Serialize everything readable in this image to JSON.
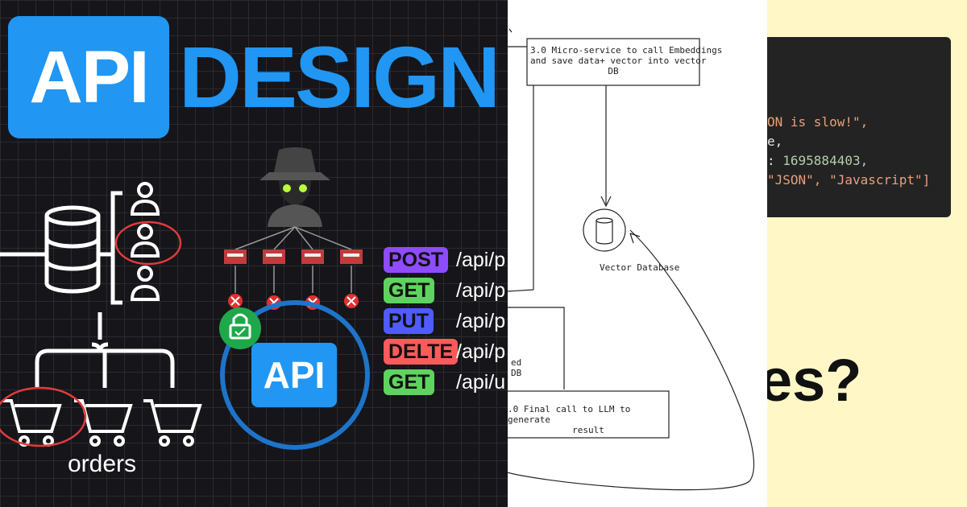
{
  "left": {
    "api_logo": "API",
    "title_word": "DESIGN",
    "methods": [
      {
        "verb": "POST",
        "path": "/api/p",
        "color": "#8e4bff"
      },
      {
        "verb": "GET",
        "path": "/api/p",
        "color": "#5fd35f"
      },
      {
        "verb": "PUT",
        "path": "/api/p",
        "color": "#4f5bff"
      },
      {
        "verb": "DELTE",
        "path": "/api/p",
        "color": "#ff5a5a"
      },
      {
        "verb": "GET",
        "path": "/api/u",
        "color": "#5fd35f"
      }
    ],
    "gateway_label": "API",
    "orders_label": "orders",
    "accent": "#2196f3",
    "icons": [
      "database-icon",
      "user-icon",
      "cart-icon",
      "hacker-icon",
      "server-icon",
      "lock-icon",
      "blocked-icon"
    ]
  },
  "middle": {
    "box_embeddings": [
      "3.0 Micro-service to call Embeddings",
      "and save data+ vector into vector",
      "DB"
    ],
    "vector_db_label": "Vector Database",
    "box_partial": [
      "ed",
      "DB"
    ],
    "box_final": [
      ".0 Final call to LLM to generate",
      "result"
    ]
  },
  "right": {
    "code_lines": [
      {
        "text": "ON is slow!\",",
        "color": "#e8a07a"
      },
      {
        "text": "e,",
        "color": "#e6e6e6"
      },
      {
        "text": ": ",
        "color": "#e6e6e6",
        "num": "1695884403,",
        "num_color": "#b5cea8"
      },
      {
        "text": "\"JSON\", \"Javascript\"]",
        "color": "#e8a07a"
      }
    ],
    "headline": "es?"
  }
}
